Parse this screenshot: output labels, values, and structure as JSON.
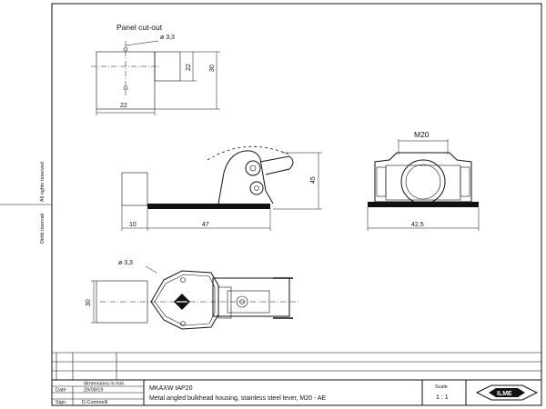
{
  "side_text": {
    "rights_it": "Diritti riservati",
    "rights_en": "All rights reserved"
  },
  "panel_view": {
    "title": "Panel cut-out",
    "hole": "ø 3,3",
    "dim_height_inner": "22",
    "dim_height_outer": "30",
    "dim_width": "22"
  },
  "side_view": {
    "dim_height": "45",
    "dim_left": "10",
    "dim_right": "47"
  },
  "front_view": {
    "thread": "M20",
    "dim_width": "42,5"
  },
  "top_view": {
    "hole": "ø 3,3",
    "dim_height": "30"
  },
  "title_block": {
    "units_note": "dimensions in mm",
    "date_label": "Date",
    "date_value": "29/08/19",
    "sign_label": "Sign.",
    "sign_value": "D.Cominelli",
    "code": "MKAXW IAP20",
    "description": "Metal angled bulkhead housing, stainless steel lever, M20 - AE",
    "scale_label": "Scale",
    "scale_value": "1 : 1",
    "logo_text": "ILME"
  }
}
